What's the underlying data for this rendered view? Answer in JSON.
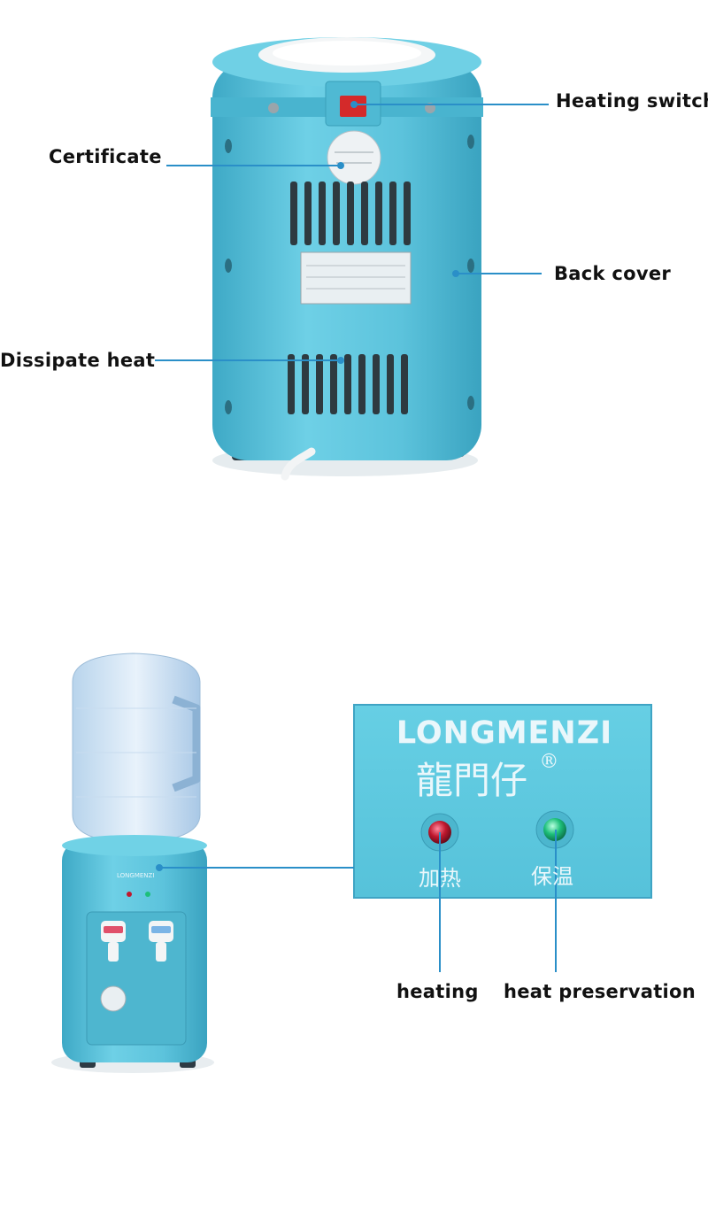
{
  "top_section": {
    "callouts": {
      "heating_switch": "Heating switch",
      "certificate": "Certificate",
      "back_cover": "Back cover",
      "dissipate_heat": "Dissipate heat"
    }
  },
  "bottom_section": {
    "panel_brand": "LONGMENZI",
    "panel_brand_cn": "龍門仔",
    "registered_mark": "®",
    "panel_indicator_heat_cn": "加热",
    "panel_indicator_warm_cn": "保温",
    "body_brand_small": "LONGMENZI",
    "callouts": {
      "heating": "heating",
      "heat_preservation": "heat preservation"
    }
  },
  "colors": {
    "body_blue": "#5cc3dc",
    "callout_line": "#2a8fc8",
    "label_text": "#111111",
    "heating_led": "#c0182e",
    "warm_led": "#1dbf7a"
  }
}
